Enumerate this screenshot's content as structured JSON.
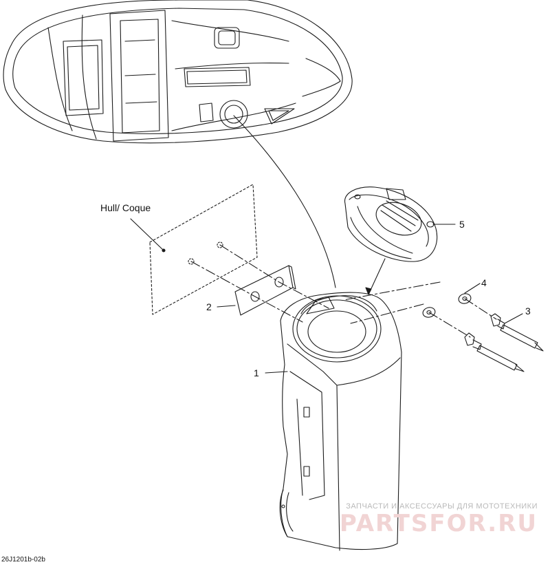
{
  "diagram": {
    "callouts": [
      "1",
      "2",
      "3",
      "4",
      "5"
    ],
    "hull_label": "Hull/ Coque",
    "figure_id": "26J1201b-02b"
  },
  "watermark": {
    "tagline": "ЗАПЧАСТИ И АКСЕССУАРЫ ДЛЯ МОТОТЕХНИКИ",
    "brand": "PARTSFOR.RU"
  },
  "colors": {
    "line": "#1a1a1a",
    "watermark_text": "#b9b9b9",
    "watermark_brand": "#f1d4d4"
  }
}
